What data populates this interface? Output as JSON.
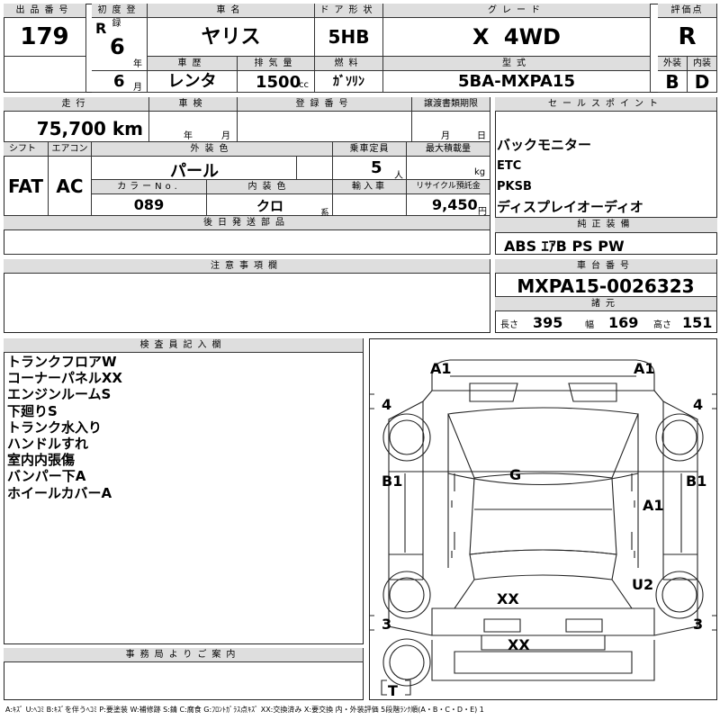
{
  "header": {
    "lot_label": "出品番号",
    "lot_no": "179",
    "first_reg_label": "初度登録",
    "era": "R",
    "year": "6",
    "year_unit": "年",
    "month": "6",
    "month_unit": "月",
    "car_name_label": "車名",
    "car_name": "ヤリス",
    "door_label": "ドア形状",
    "door": "5HB",
    "grade_label": "グレード",
    "grade": "X 4WD",
    "score_label": "評価点",
    "score": "R",
    "history_label": "車歴",
    "history": "レンタ",
    "displacement_label": "排気量",
    "displacement": "1500",
    "displacement_unit": "cc",
    "fuel_label": "燃料",
    "fuel": "ｶﾞｿﾘﾝ",
    "model_label": "型式",
    "model": "5BA-MXPA15",
    "exterior_label": "外装",
    "exterior": "B",
    "interior_label": "内装",
    "interior": "D"
  },
  "row2": {
    "mileage_label": "走行",
    "mileage": "75,700 km",
    "inspection_label": "車検",
    "insp_year": "年",
    "insp_month": "月",
    "reg_no_label": "登録番号",
    "transfer_label": "譲渡書類期限",
    "transfer_month": "月",
    "transfer_day": "日",
    "shift_label": "シフト",
    "shift": "FAT",
    "ac_label": "エアコン",
    "ac": "AC",
    "color_label": "外装色",
    "color": "パール",
    "capacity_label": "乗車定員",
    "capacity": "5",
    "capacity_unit": "人",
    "max_load_label": "最大積載量",
    "max_load_unit": "kg",
    "color_no_label": "カラーNo.",
    "color_no": "089",
    "interior_color_label": "内装色",
    "interior_color": "クロ",
    "interior_color_suffix": "系",
    "import_label": "輸入車",
    "recycle_label": "リサイクル預託金",
    "recycle": "9,450",
    "recycle_unit": "円",
    "later_parts_label": "後日発送部品"
  },
  "sales": {
    "label": "セールスポイント",
    "items": [
      "バックモニター",
      "ETC",
      "PKSB",
      "ディスプレイオーディオ"
    ],
    "equip_label": "純正装備",
    "equip": "ABS ｴｱB PS PW"
  },
  "notes": {
    "label": "注意事項欄"
  },
  "chassis": {
    "label": "車台番号",
    "number": "MXPA15-0026323",
    "spec_label": "諸元",
    "length_label": "長さ",
    "length": "395",
    "width_label": "幅",
    "width": "169",
    "height_label": "高さ",
    "height": "151"
  },
  "inspector": {
    "label": "検査員記入欄",
    "lines": [
      "トランクフロアW",
      "コーナーパネルXX",
      "エンジンルームS",
      "下廻りS",
      "トランク水入り",
      "ハンドルすれ",
      "室内内張傷",
      "バンパー下A",
      "ホイールカバーA"
    ]
  },
  "office": {
    "label": "事務局よりご案内"
  },
  "diagram": {
    "marks": {
      "a1_left": "A1",
      "a1_right": "A1",
      "four_left": "4",
      "four_right": "4",
      "b1_left": "B1",
      "b1_right": "B1",
      "g": "G",
      "a1_mid": "A1",
      "xx_rear": "XX",
      "u2": "U2",
      "three_left": "3",
      "three_right": "3",
      "xx_bottom": "XX",
      "t": "T"
    }
  },
  "legend": "A:ｷｽﾞ U:ﾍｺﾐ B:ｷｽﾞを伴うﾍｺﾐ P:要塗装 W:補修跡 S:錆 C:腐食 G:ﾌﾛﾝﾄｶﾞﾗｽ点ｷｽﾞ XX:交換済み X:要交換 内・外装評価 5段階ﾗﾝｸ順(A・B・C・D・E) 1"
}
